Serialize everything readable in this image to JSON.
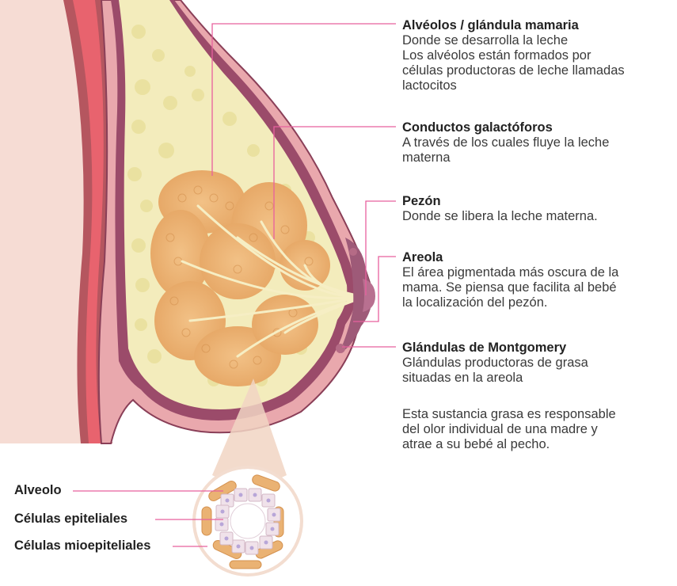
{
  "labels": [
    {
      "title": "Alvéolos / glándula mamaria",
      "lines": [
        "Donde se desarrolla la leche",
        "Los alvéolos están formados por",
        "células productoras de leche llamadas",
        "lactocitos"
      ]
    },
    {
      "title": "Conductos galactóforos",
      "lines": [
        "A través de los cuales fluye la leche",
        "materna"
      ]
    },
    {
      "title": "Pezón",
      "lines": [
        "Donde se libera la leche materna."
      ]
    },
    {
      "title": "Areola",
      "lines": [
        "El área pigmentada más oscura de la",
        "mama. Se piensa que facilita al bebé",
        "la  localización del pezón."
      ]
    },
    {
      "title": "Glándulas de Montgomery",
      "lines": [
        "Glándulas productoras de grasa",
        "situadas en la areola"
      ]
    }
  ],
  "note_lines": [
    "Esta sustancia grasa es responsable",
    "del olor individual de una madre y",
    "atrae a su bebé al pecho."
  ],
  "cell_labels": [
    "Alveolo",
    "Células epiteliales",
    "Células mioepiteliales"
  ],
  "colors": {
    "skin": "#f6dcd4",
    "skin_edge": "#c98f92",
    "outline": "#8a3f58",
    "fat": "#f3ecbc",
    "lobule": "#eab273",
    "areola": "#9e5a78",
    "chest_wall": "#e0606c",
    "leader": "#e8609e"
  }
}
